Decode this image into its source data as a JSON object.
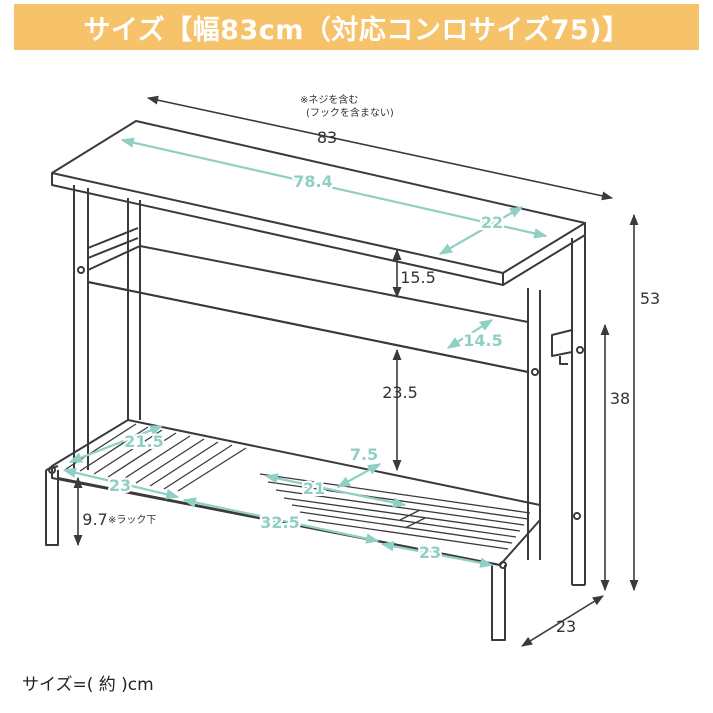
{
  "banner": {
    "title": "サイズ【幅83cm（対応コンロサイズ75)】"
  },
  "notes": {
    "line1": "※ネジを含む",
    "line2": "(フックを含まない)",
    "rack_note": "※ラック下"
  },
  "dimensions": {
    "total_width": "83",
    "top_inner_width": "78.4",
    "top_depth": "22",
    "shelf_gap": "15.5",
    "shelf_depth": "14.5",
    "lower_gap": "23.5",
    "rack_depth_left": "21.5",
    "rack_width_left": "23",
    "rack_step_depth": "7.5",
    "rack_middle_width": "21",
    "rack_span": "32.5",
    "rack_width_right": "23",
    "rack_height": "9.7",
    "total_height": "53",
    "leg_height": "38",
    "base_depth": "23"
  },
  "footer": {
    "text": "サイズ=( 約 )cm"
  },
  "colors": {
    "banner": "#f6c36a",
    "line": "#3a3a3a",
    "accent": "#8fcfc4",
    "dim_text": "#333333"
  }
}
